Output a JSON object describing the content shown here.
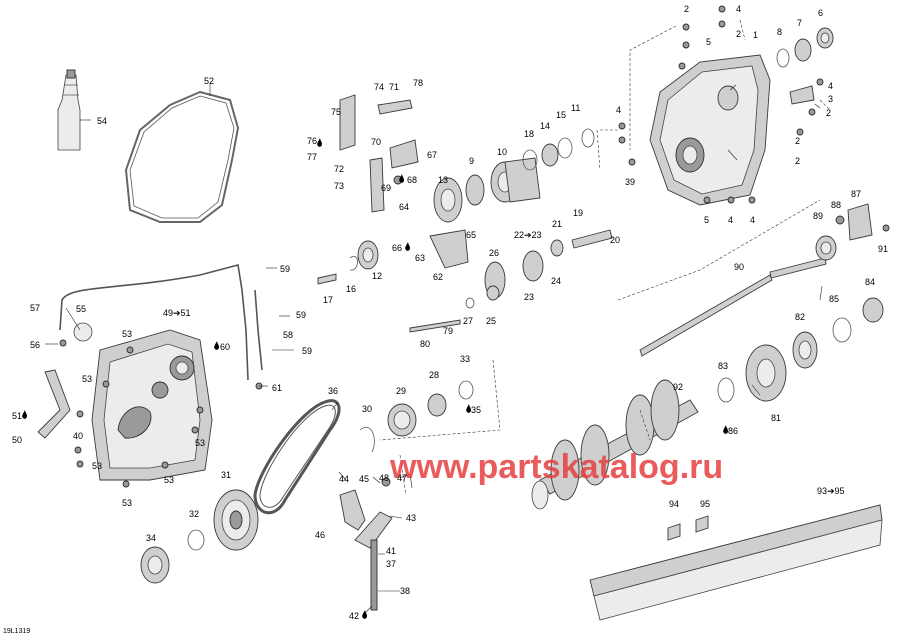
{
  "watermark": "www.partskatalog.ru",
  "diagram_code": "19L1319",
  "callouts": {
    "c1": "1",
    "c2a": "2",
    "c2b": "2",
    "c2c": "2",
    "c2d": "2",
    "c2e": "2",
    "c3": "3",
    "c4a": "4",
    "c4b": "4",
    "c4c": "4",
    "c4d": "4",
    "c4e": "4",
    "c5a": "5",
    "c5b": "5",
    "c6": "6",
    "c7": "7",
    "c8": "8",
    "c9": "9",
    "c10": "10",
    "c11": "11",
    "c12": "12",
    "c13": "13",
    "c14": "14",
    "c15": "15",
    "c16": "16",
    "c17": "17",
    "c18": "18",
    "c19": "19",
    "c20": "20",
    "c21": "21",
    "c22": "22➔23",
    "c23": "23",
    "c24": "24",
    "c25": "25",
    "c26": "26",
    "c27": "27",
    "c28": "28",
    "c29": "29",
    "c30": "30",
    "c31": "31",
    "c32": "32",
    "c33": "33",
    "c34": "34",
    "c35": "35",
    "c36": "36",
    "c37": "37",
    "c38": "38",
    "c39": "39",
    "c40": "40",
    "c41": "41",
    "c42": "42",
    "c43": "43",
    "c44": "44",
    "c45": "45",
    "c46": "46",
    "c47": "47",
    "c48": "48",
    "c49": "49➔51",
    "c50": "50",
    "c51": "51",
    "c52": "52",
    "c53a": "53",
    "c53b": "53",
    "c53c": "53",
    "c53d": "53",
    "c53e": "53",
    "c53f": "53",
    "c54": "54",
    "c55": "55",
    "c56": "56",
    "c57": "57",
    "c58": "58",
    "c59a": "59",
    "c59b": "59",
    "c59c": "59",
    "c60": "60",
    "c61": "61",
    "c62": "62",
    "c63": "63",
    "c64": "64",
    "c65": "65",
    "c66": "66",
    "c67": "67",
    "c68": "68",
    "c69": "69",
    "c70": "70",
    "c71": "71",
    "c72": "72",
    "c73": "73",
    "c74": "74",
    "c75": "75",
    "c76": "76",
    "c77": "77",
    "c78": "78",
    "c79": "79",
    "c80": "80",
    "c81": "81",
    "c82": "82",
    "c83": "83",
    "c84": "84",
    "c85": "85",
    "c86": "86",
    "c87": "87",
    "c88": "88",
    "c89": "89",
    "c90": "90",
    "c91": "91",
    "c92": "92",
    "c93": "93➔95",
    "c94": "94",
    "c95": "95"
  }
}
